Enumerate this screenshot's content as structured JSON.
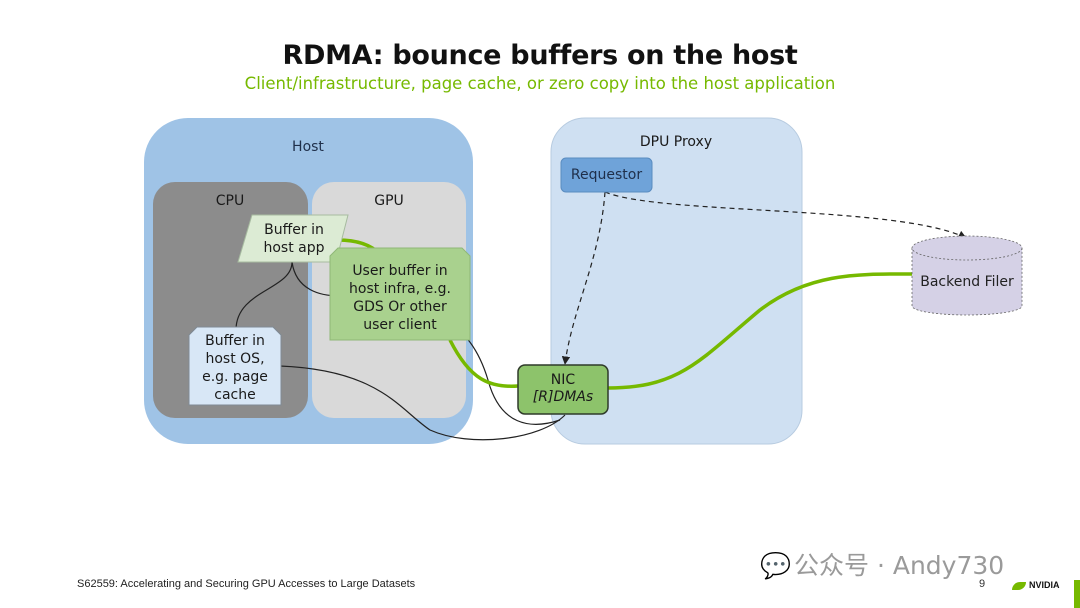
{
  "slide": {
    "title": "RDMA: bounce buffers on the host",
    "subtitle": "Client/infrastructure, page cache, or zero copy into the host application",
    "footer": "S62559: Accelerating and Securing GPU Accesses to Large Datasets",
    "page_number": "9",
    "logo": "NVIDIA",
    "watermark": "公众号 · Andy730",
    "accent_color": "#76b900"
  },
  "diagram": {
    "host": {
      "label": "Host"
    },
    "cpu": {
      "label": "CPU"
    },
    "gpu": {
      "label": "GPU"
    },
    "buffer_host_app": {
      "lines": [
        "Buffer in",
        "host app"
      ]
    },
    "user_buffer": {
      "lines": [
        "User buffer in",
        "host infra, e.g.",
        "GDS Or other",
        "user client"
      ]
    },
    "buffer_host_os": {
      "lines": [
        "Buffer in",
        "host OS,",
        "e.g. page",
        "cache"
      ]
    },
    "dpu_proxy": {
      "label": "DPU Proxy"
    },
    "requestor": {
      "label": "Requestor"
    },
    "nic": {
      "lines": [
        "NIC",
        "[R]DMAs"
      ]
    },
    "backend_filer": {
      "label": "Backend Filer"
    },
    "connections": [
      {
        "from": "Requestor",
        "to": "NIC",
        "style": "dashed"
      },
      {
        "from": "Requestor",
        "to": "Backend Filer",
        "style": "dashed"
      },
      {
        "from": "NIC",
        "to": "Backend Filer",
        "style": "data-path"
      },
      {
        "from": "User buffer",
        "to": "NIC",
        "style": "data-path"
      },
      {
        "from": "Buffer in host app",
        "to": "User buffer",
        "style": "data-path"
      },
      {
        "from": "Buffer in host app",
        "to": "Buffer in host OS",
        "style": "thin"
      },
      {
        "from": "Buffer in host app",
        "to": "NIC",
        "style": "thin"
      },
      {
        "from": "Buffer in host OS",
        "to": "NIC",
        "style": "thin"
      }
    ]
  }
}
